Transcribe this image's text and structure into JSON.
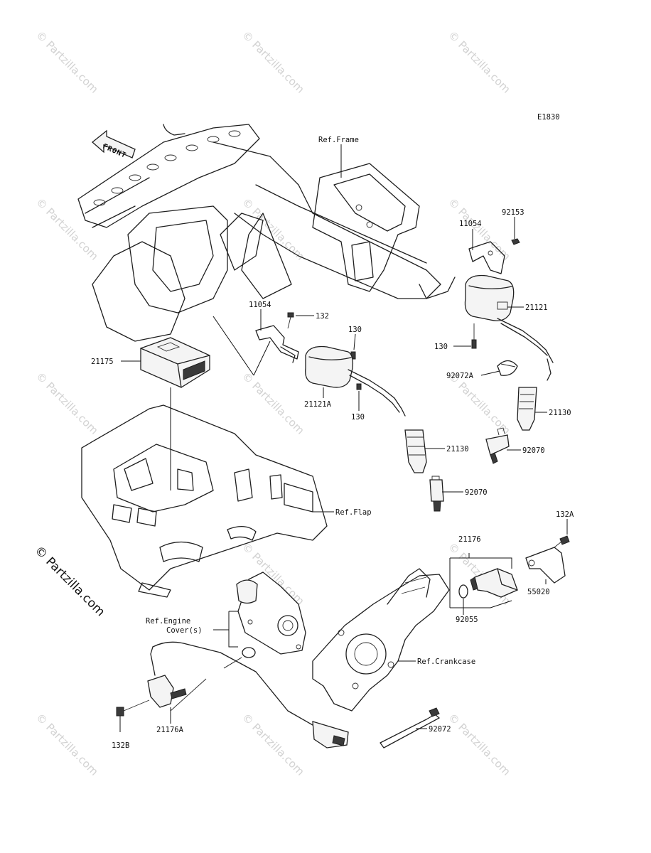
{
  "diagram_code": "E1830",
  "front_arrow": "FRONT",
  "watermark": "© Partzilla.com",
  "brand_mark": "© Partzilla.com",
  "labels": {
    "ref_frame": "Ref.Frame",
    "p11054_top": "11054",
    "p92153": "92153",
    "p21121": "21121",
    "p130_right": "130",
    "p92072a": "92072A",
    "p21130_right": "21130",
    "p92070_right": "92070",
    "p11054_mid": "11054",
    "p132": "132",
    "p130_mid_a": "130",
    "p21121a": "21121A",
    "p130_mid_b": "130",
    "p21175": "21175",
    "p21130_mid": "21130",
    "p92070_mid": "92070",
    "ref_flap": "Ref.Flap",
    "p132a": "132A",
    "p21176": "21176",
    "p55020": "55020",
    "p92055": "92055",
    "ref_engine_1": "Ref.Engine",
    "ref_engine_2": "Cover(s)",
    "ref_crankcase": "Ref.Crankcase",
    "p132b": "132B",
    "p21176a": "21176A",
    "p92072": "92072"
  }
}
